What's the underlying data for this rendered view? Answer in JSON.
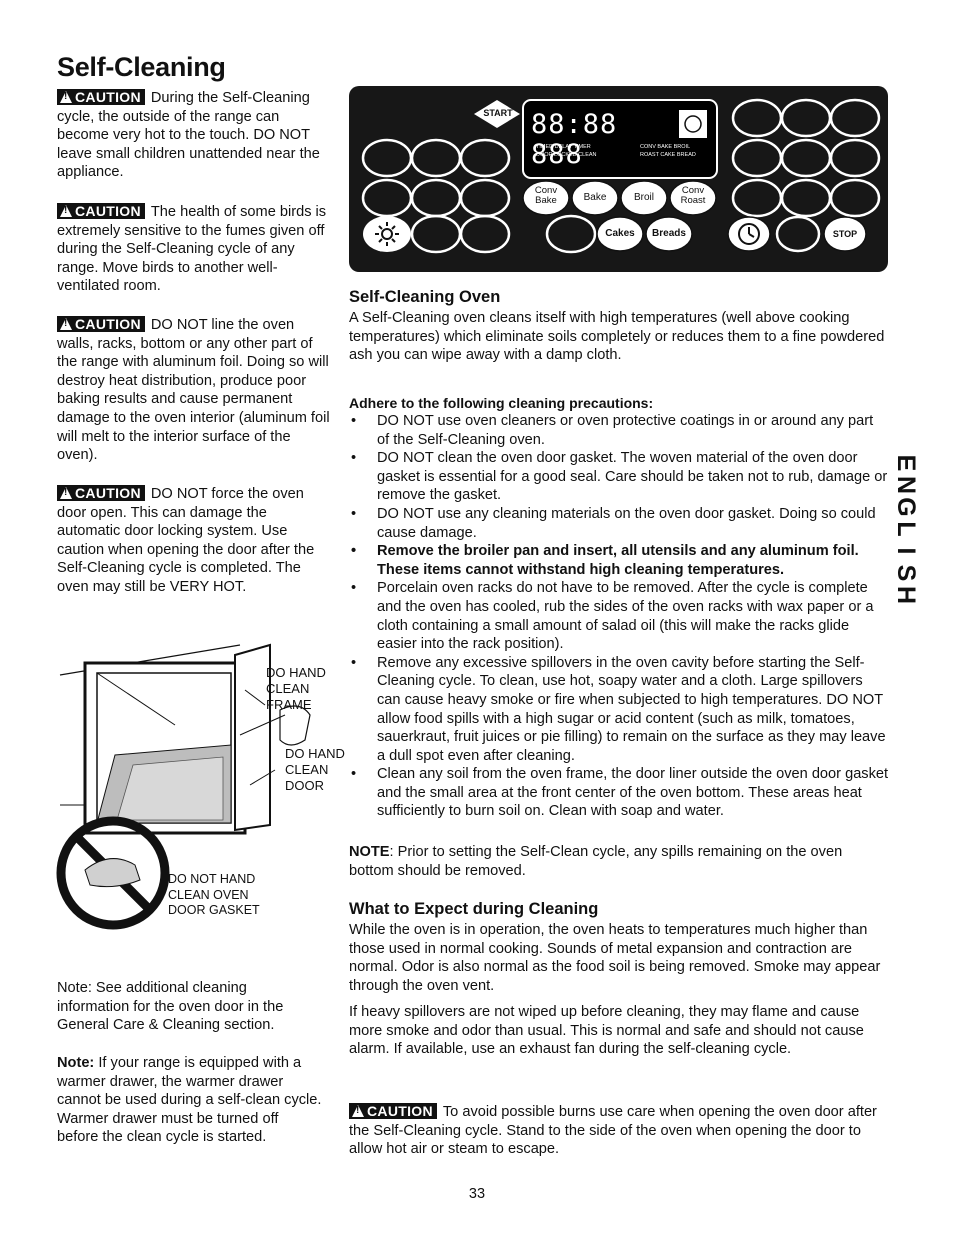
{
  "page_title": "Self-Cleaning",
  "left_column": {
    "caution_label": "CAUTION",
    "caution1_text": "During the Self-Cleaning cycle, the outside of the range can become very hot to the touch. DO NOT leave small children unattended near the appliance.",
    "caution2_text": "The health of some birds is extremely sensitive to the fumes given off during the Self-Cleaning cycle of any range. Move birds to another well-ventilated room.",
    "caution3_text": "DO NOT line the oven walls, racks, bottom or any other part of the range with aluminum foil. Doing so will destroy heat distribution, produce poor baking results and cause permanent damage to the oven interior (aluminum foil will melt to the interior surface of the oven).",
    "caution4_text": "DO NOT force the oven door open. This can damage the automatic door locking system. Use caution when opening the door after the Self-Cleaning cycle is completed. The oven may still be VERY HOT.",
    "illustration_labels": {
      "frame": "DO HAND CLEAN FRAME",
      "door": "DO HAND CLEAN DOOR",
      "gasket": "DO NOT HAND CLEAN OVEN DOOR GASKET"
    },
    "note1_label": "Note",
    "note1_text": ": See additional cleaning information for the oven door in the General Care & Cleaning section.",
    "note2_label": "Note:",
    "note2_text": "If your range is equipped with a warmer drawer, the warmer drawer cannot be used during a self-clean cycle. Warmer drawer must be turned off before the clean cycle is started."
  },
  "control_panel": {
    "display_digits": "88:88 888",
    "display_status_row1": "TIMED DELAY TIMER",
    "display_status_row2": "DOOR LOCKED CLEAN",
    "display_mode_row1": "CONV BAKE BROIL",
    "display_mode_row2": "ROAST CAKE BREAD",
    "buttons": {
      "start": "START",
      "conv_bake": "Conv Bake",
      "bake": "Bake",
      "broil": "Broil",
      "conv_roast": "Conv Roast",
      "cakes": "Cakes",
      "breads": "Breads",
      "stop": "STOP"
    }
  },
  "right_column": {
    "section1_heading": "Self-Cleaning Oven",
    "section1_text": "A Self-Cleaning oven cleans itself with high temperatures (well above cooking temperatures) which eliminate soils completely or reduces them to a fine powdered ash you can wipe away with a damp cloth.",
    "precautions_heading": "Adhere to the following cleaning precautions:",
    "bullets": [
      "DO NOT use oven cleaners or oven protective coatings in or around any part of the Self-Cleaning oven.",
      "DO NOT clean the oven door gasket. The woven material of the oven door gasket is essential for a good seal. Care should be taken not to rub, damage or remove the gasket.",
      "DO NOT use any cleaning materials on the oven door gasket. Doing so could cause damage.",
      "Remove the broiler pan and insert, all utensils and any aluminum foil. These items cannot withstand high cleaning temperatures.",
      "Porcelain oven racks do not have to be removed. After the cycle is complete and the oven has cooled, rub the sides of the oven racks with wax paper or a cloth containing a small amount of salad oil (this will make the racks glide easier into the rack position).",
      "Remove any excessive spillovers in the oven cavity before starting the Self-Cleaning cycle. To clean, use hot, soapy water and a cloth. Large spillovers can cause heavy smoke or fire when subjected to high temperatures. DO NOT allow food spills with a high sugar or acid content (such as milk, tomatoes, sauerkraut, fruit juices or pie filling) to remain on the surface as they may leave a dull spot even after cleaning.",
      "Clean any soil from the oven frame, the door liner outside the oven door gasket and the small area at the front center of the oven bottom. These areas heat sufficiently to burn soil on. Clean with soap and water."
    ],
    "note_label": "NOTE",
    "note_text": ": Prior to setting the Self-Clean cycle, any spills remaining on the oven bottom should be removed.",
    "section2_heading": "What to Expect during Cleaning",
    "section2_para1": "While the oven is in operation, the oven heats to temperatures much higher than those used in normal cooking. Sounds of metal expansion and contraction are normal. Odor is also normal as the food soil is being removed. Smoke may appear through the oven vent.",
    "section2_para2": "If heavy spillovers are not wiped up before cleaning, they may flame and cause more smoke and odor than usual. This is normal and safe  and should not cause alarm. If available, use an exhaust fan during the self-cleaning cycle.",
    "caution_final_text": "To avoid possible burns use care when opening the oven door after the Self-Cleaning cycle. Stand to the side of the oven when opening the door to allow hot air or steam to escape."
  },
  "side_tab": "ENGLISH",
  "page_number": "33"
}
